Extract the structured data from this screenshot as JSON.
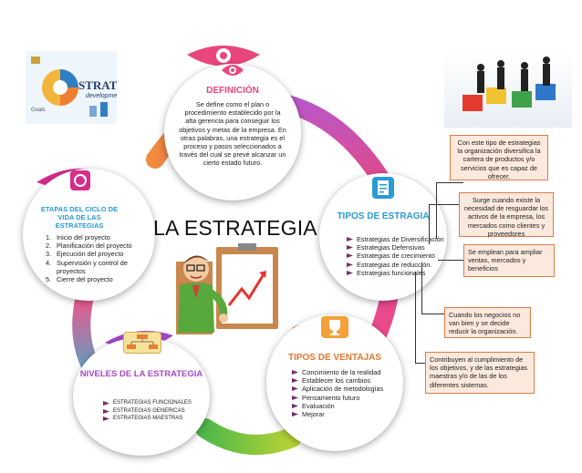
{
  "title": "LA ESTRATEGIA",
  "colors": {
    "definicion": "#e8467c",
    "tipos_estrategia": "#2a9ad6",
    "tipos_ventajas": "#e8762e",
    "niveles": "#a448c9",
    "etapas": "#d62c8d",
    "box_fill": "#fbe9dd",
    "box_border": "#e07b45"
  },
  "definicion": {
    "title": "DEFINICIÓN",
    "text": "Se define como el plan o procedimiento establecido por la alta gerencia para conseguir los objetivos y metas de la empresa. En otras palabras, una estrategia es el proceso y pasos seleccionados a través del cual se prevé alcanzar un cierto estado futuro."
  },
  "tipos_estrategia": {
    "title": "TIPOS DE ESTRAGIA",
    "items": [
      "Estrategias de Diversificación",
      "Estrategias Defensivas",
      "Estrategias de crecimiento",
      "Estrategias de reducción.",
      "Estrategias funcionales"
    ]
  },
  "etapas": {
    "title": "ETAPAS DEL CICLO DE VIDA DE LAS ESTRATEGIAS",
    "items": [
      "Inicio del proyecto",
      "Planificación del proyecto",
      "Ejecución del proyecto",
      "Supervisión y control de proyectos",
      "Cierre del proyecto"
    ]
  },
  "tipos_ventajas": {
    "title": "TIPOS DE VENTAJAS",
    "items": [
      "Concimiento de la realidad",
      "Establecer los cambios",
      "Aplicación de metodologías",
      "Pensamiento futuro",
      "Evaluación",
      "Mejorar"
    ]
  },
  "niveles": {
    "title": "NIVELES DE LA ESTRATEGIA",
    "items": [
      "ESTRATEGIAS FUNCIONALES",
      "ESTRATEGIAS GENERICAS",
      "ESTRATEGIAS MAESTRAS"
    ]
  },
  "side_notes": {
    "diversificacion": "Con este tipo de estrategias la organización diversifica la cartera de productos y/o servicios que es capaz de ofrecer.",
    "defensivas": "Surge cuando existe la necesidad de resguardar los activos de la empresa, los mercados como clientes y proveedores",
    "crecimiento": "Se emplean para ampliar ventas, mercados y beneficios",
    "reduccion": "Cuando los negocios no van bien y se decide reducir la organización.",
    "funcionales": "Contribuyen al cumplimiento de los objetivos, y de las estrategias maestras y/o de las de los diferentes sistemas."
  },
  "photo_text": {
    "strategy_word": "STRATEGY",
    "strategy_sub": "development",
    "goals_word": "Goals"
  },
  "icons": {
    "definicion": "eye-icon",
    "tipos_estrategia": "eye-icon",
    "tipos_ventajas": "eye-icon",
    "niveles": "eye-icon",
    "etapas": "eye-icon",
    "character": "cartoon-presenter-icon",
    "chart": "growth-chart-icon"
  }
}
